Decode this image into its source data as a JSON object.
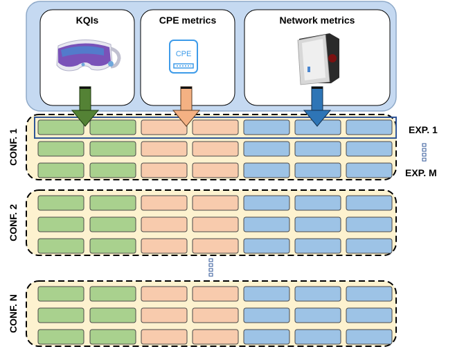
{
  "sources": [
    {
      "label": "KQIs",
      "icon": "vr-headset-icon"
    },
    {
      "label": "CPE metrics",
      "icon": "cpe-router-icon",
      "icon_text": "CPE"
    },
    {
      "label": "Network metrics",
      "icon": "network-device-icon"
    }
  ],
  "configs": [
    {
      "label": "CONF. 1"
    },
    {
      "label": "CONF. 2"
    },
    {
      "label": "CONF. N"
    }
  ],
  "experiments": {
    "first": "EXP. 1",
    "last": "EXP. M"
  },
  "columns": [
    "green",
    "green",
    "orange",
    "orange",
    "blue",
    "blue",
    "blue"
  ],
  "rows_per_config": 3,
  "colors": {
    "panel_fill": "#c5d9f1",
    "panel_stroke": "#8ea9c8",
    "config_fill": "#fdf2cf",
    "green_cell": "#a9d18e",
    "green_arrow": "#548235",
    "orange_cell": "#f8cbad",
    "orange_arrow": "#f4b183",
    "blue_cell": "#9dc3e6",
    "blue_arrow": "#2e75b6",
    "highlight_stroke": "#2f5597",
    "cell_stroke": "#4a4a4a"
  }
}
